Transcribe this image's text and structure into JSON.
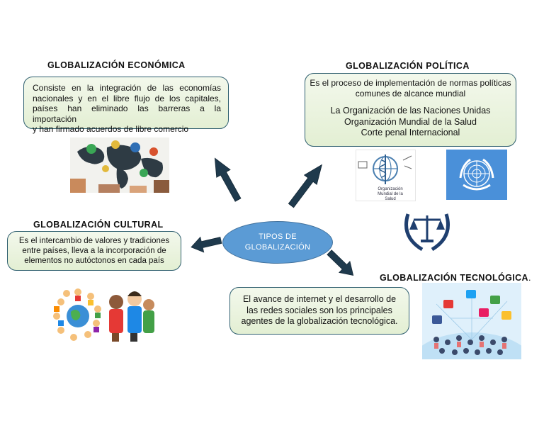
{
  "center": {
    "line1": "TIPOS DE",
    "line2": "GLOBALIZACIÓN"
  },
  "economica": {
    "title": "GLOBALIZACIÓN ECONÓMICA",
    "lines": [
      "Consiste en la integración de las economías",
      "nacionales y en el libre flujo de los capitales,",
      "países han eliminado las barreras a la importación",
      "y han firmado acuerdos de libre comercio"
    ]
  },
  "politica": {
    "title": "GLOBALIZACIÓN POLÍTICA",
    "lines": [
      "Es el proceso de implementación de normas políticas",
      "comunes de alcance mundial"
    ],
    "orgs": [
      "La Organización de las Naciones Unidas",
      "Organización Mundial de la Salud",
      "Corte penal Internacional"
    ],
    "who_caption": [
      "Organización",
      "Mundial de la Salud"
    ]
  },
  "cultural": {
    "title": "GLOBALIZACIÓN CULTURAL",
    "lines": [
      "Es el intercambio de valores y tradiciones",
      "entre países, lleva a la incorporación de",
      "elementos no autóctonos en cada país"
    ]
  },
  "tecnologica": {
    "title": "GLOBALIZACIÓN TECNOLÓGICA",
    "title_suffix": ".",
    "lines": [
      "El avance de internet y el desarrollo de",
      "las redes sociales son los principales",
      "agentes de la globalización tecnológica."
    ]
  },
  "colors": {
    "arrow": "#1f3a4d",
    "ellipse": "#5b9bd5",
    "box_border": "#2f5f6f",
    "box_fill": "#e8f2dc",
    "un_blue": "#4a90d9"
  }
}
